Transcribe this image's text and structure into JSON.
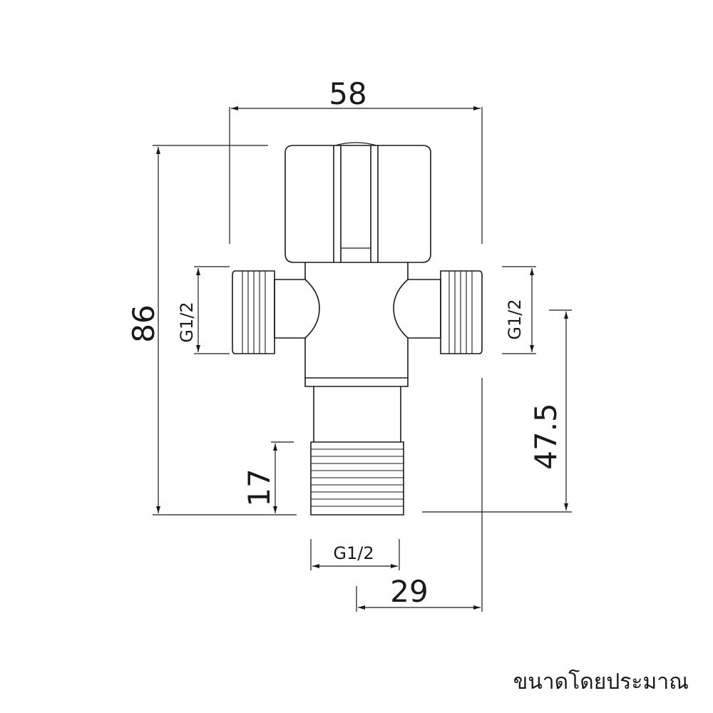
{
  "dimensions": {
    "total_width": "58",
    "total_height": "86",
    "center_to_bottom": "47.5",
    "bottom_thread_length": "17",
    "side_offset": "29",
    "left_thread": "G1/2",
    "right_thread": "G1/2",
    "bottom_thread": "G1/2"
  },
  "caption": "ขนาดโดยประมาณ"
}
